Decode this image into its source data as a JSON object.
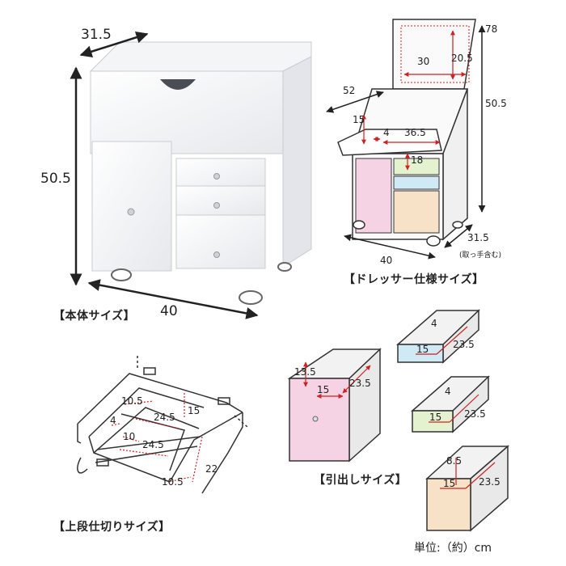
{
  "captions": {
    "main": "【本体サイズ】",
    "dresser": "【ドレッサー仕様サイズ】",
    "drawers": "【引出しサイズ】",
    "partition": "【上段仕切りサイズ】"
  },
  "unit_label": "単位:（約）cm",
  "main_dims": {
    "depth": "31.5",
    "height": "50.5",
    "width": "40"
  },
  "dresser_dims": {
    "mirror_top": "78",
    "mirror_w": "30",
    "mirror_h": "20.5",
    "lid_depth": "52",
    "height": "50.5",
    "inner_left": "15",
    "inner_small": "4",
    "inner_w": "36.5",
    "tray_h": "18",
    "depth": "31.5",
    "depth_note": "(取っ手含む)",
    "width": "40"
  },
  "drawer_dims": {
    "large": {
      "h": "13.5",
      "d": "23.5",
      "w": "15"
    },
    "blue": {
      "a": "4",
      "w": "15",
      "d": "23.5"
    },
    "green": {
      "a": "4",
      "w": "15",
      "d": "23.5"
    },
    "tan": {
      "a": "8.5",
      "w": "15",
      "d": "23.5"
    }
  },
  "partition_dims": {
    "a": "10.5",
    "b": "15",
    "c": "4",
    "d": "24.5",
    "e": "10",
    "f": "24.5",
    "g": "22",
    "h": "10.5"
  },
  "colors": {
    "pink": "#f6d3e4",
    "blue": "#cfe9f5",
    "green": "#e4f2cf",
    "tan": "#f7e2c8",
    "red": "#cc2222",
    "outline": "#333333"
  }
}
